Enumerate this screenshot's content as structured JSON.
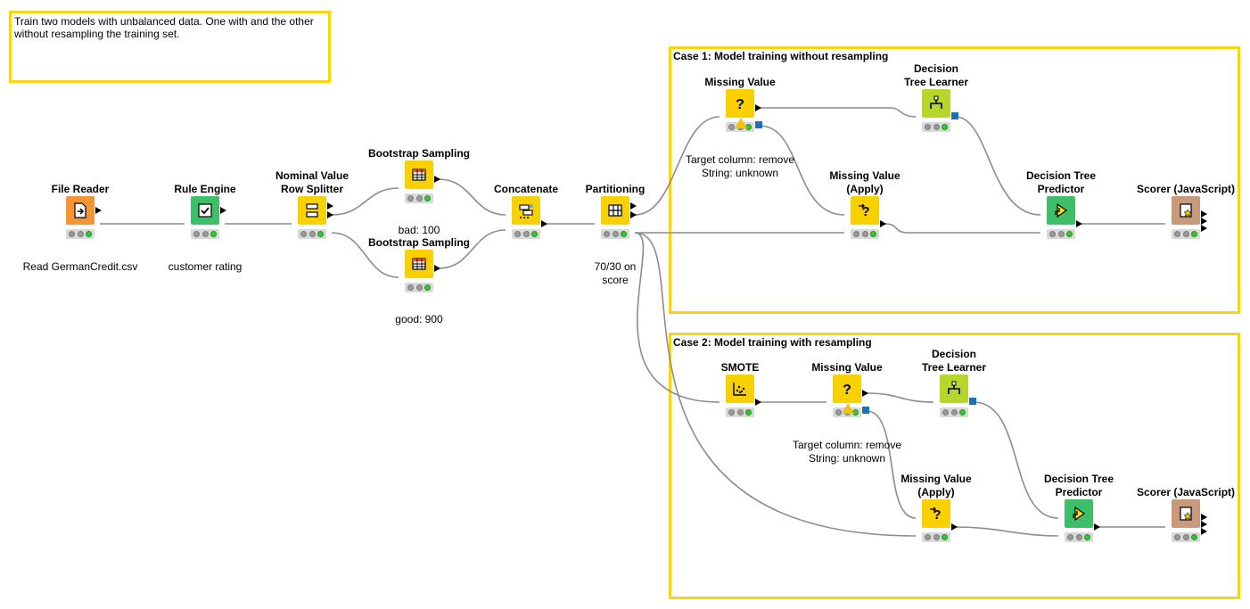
{
  "workflow": {
    "annotations": {
      "description": "Train two models with unbalanced data. One with and the other\nwithout resampling the training set.",
      "case1_title": "Case 1: Model training without resampling",
      "case2_title": "Case 2: Model training with resampling"
    },
    "colors": {
      "annotation_border": "#f8d414",
      "source_node": "#f39535",
      "manipulator_node": "#f9d100",
      "learner_node": "#b7d62b",
      "predictor_node": "#3fbe6a",
      "scorer_node": "#c79a7c",
      "model_port": "#1f6fb2",
      "connection": "#8c8c8c"
    },
    "nodes": {
      "file_reader": {
        "title": "File Reader",
        "label": "Read GermanCredit.csv",
        "icon": "file-arrow-icon"
      },
      "rule_engine": {
        "title": "Rule Engine",
        "label": "customer rating",
        "icon": "checklist-icon"
      },
      "row_splitter": {
        "title": "Nominal Value\nRow Splitter",
        "label": "",
        "icon": "splitter-icon"
      },
      "bootstrap_bad": {
        "title": "Bootstrap Sampling",
        "label": "bad: 100",
        "icon": "table-icon"
      },
      "bootstrap_good": {
        "title": "Bootstrap Sampling",
        "label": "good: 900",
        "icon": "table-icon"
      },
      "concatenate": {
        "title": "Concatenate",
        "label": "",
        "icon": "concatenate-icon"
      },
      "partitioning": {
        "title": "Partitioning",
        "label": "70/30 on\nscore",
        "icon": "partition-icon"
      },
      "c1_missing_value": {
        "title": "Missing Value",
        "label": "Target column: remove\nString: unknown",
        "icon": "question-icon"
      },
      "c1_tree_learner": {
        "title": "Decision\nTree Learner",
        "label": "",
        "icon": "tree-icon"
      },
      "c1_missing_apply": {
        "title": "Missing Value\n(Apply)",
        "label": "",
        "icon": "question-apply-icon"
      },
      "c1_tree_predictor": {
        "title": "Decision Tree\nPredictor",
        "label": "",
        "icon": "predictor-icon"
      },
      "c1_scorer": {
        "title": "Scorer (JavaScript)",
        "label": "",
        "icon": "scorer-icon"
      },
      "c2_smote": {
        "title": "SMOTE",
        "label": "",
        "icon": "scatter-icon"
      },
      "c2_missing_value": {
        "title": "Missing Value",
        "label": "Target column: remove\nString: unknown",
        "icon": "question-icon"
      },
      "c2_tree_learner": {
        "title": "Decision\nTree Learner",
        "label": "",
        "icon": "tree-icon"
      },
      "c2_missing_apply": {
        "title": "Missing Value\n(Apply)",
        "label": "",
        "icon": "question-apply-icon"
      },
      "c2_tree_predictor": {
        "title": "Decision Tree\nPredictor",
        "label": "",
        "icon": "predictor-icon"
      },
      "c2_scorer": {
        "title": "Scorer (JavaScript)",
        "label": "",
        "icon": "scorer-icon"
      }
    }
  }
}
